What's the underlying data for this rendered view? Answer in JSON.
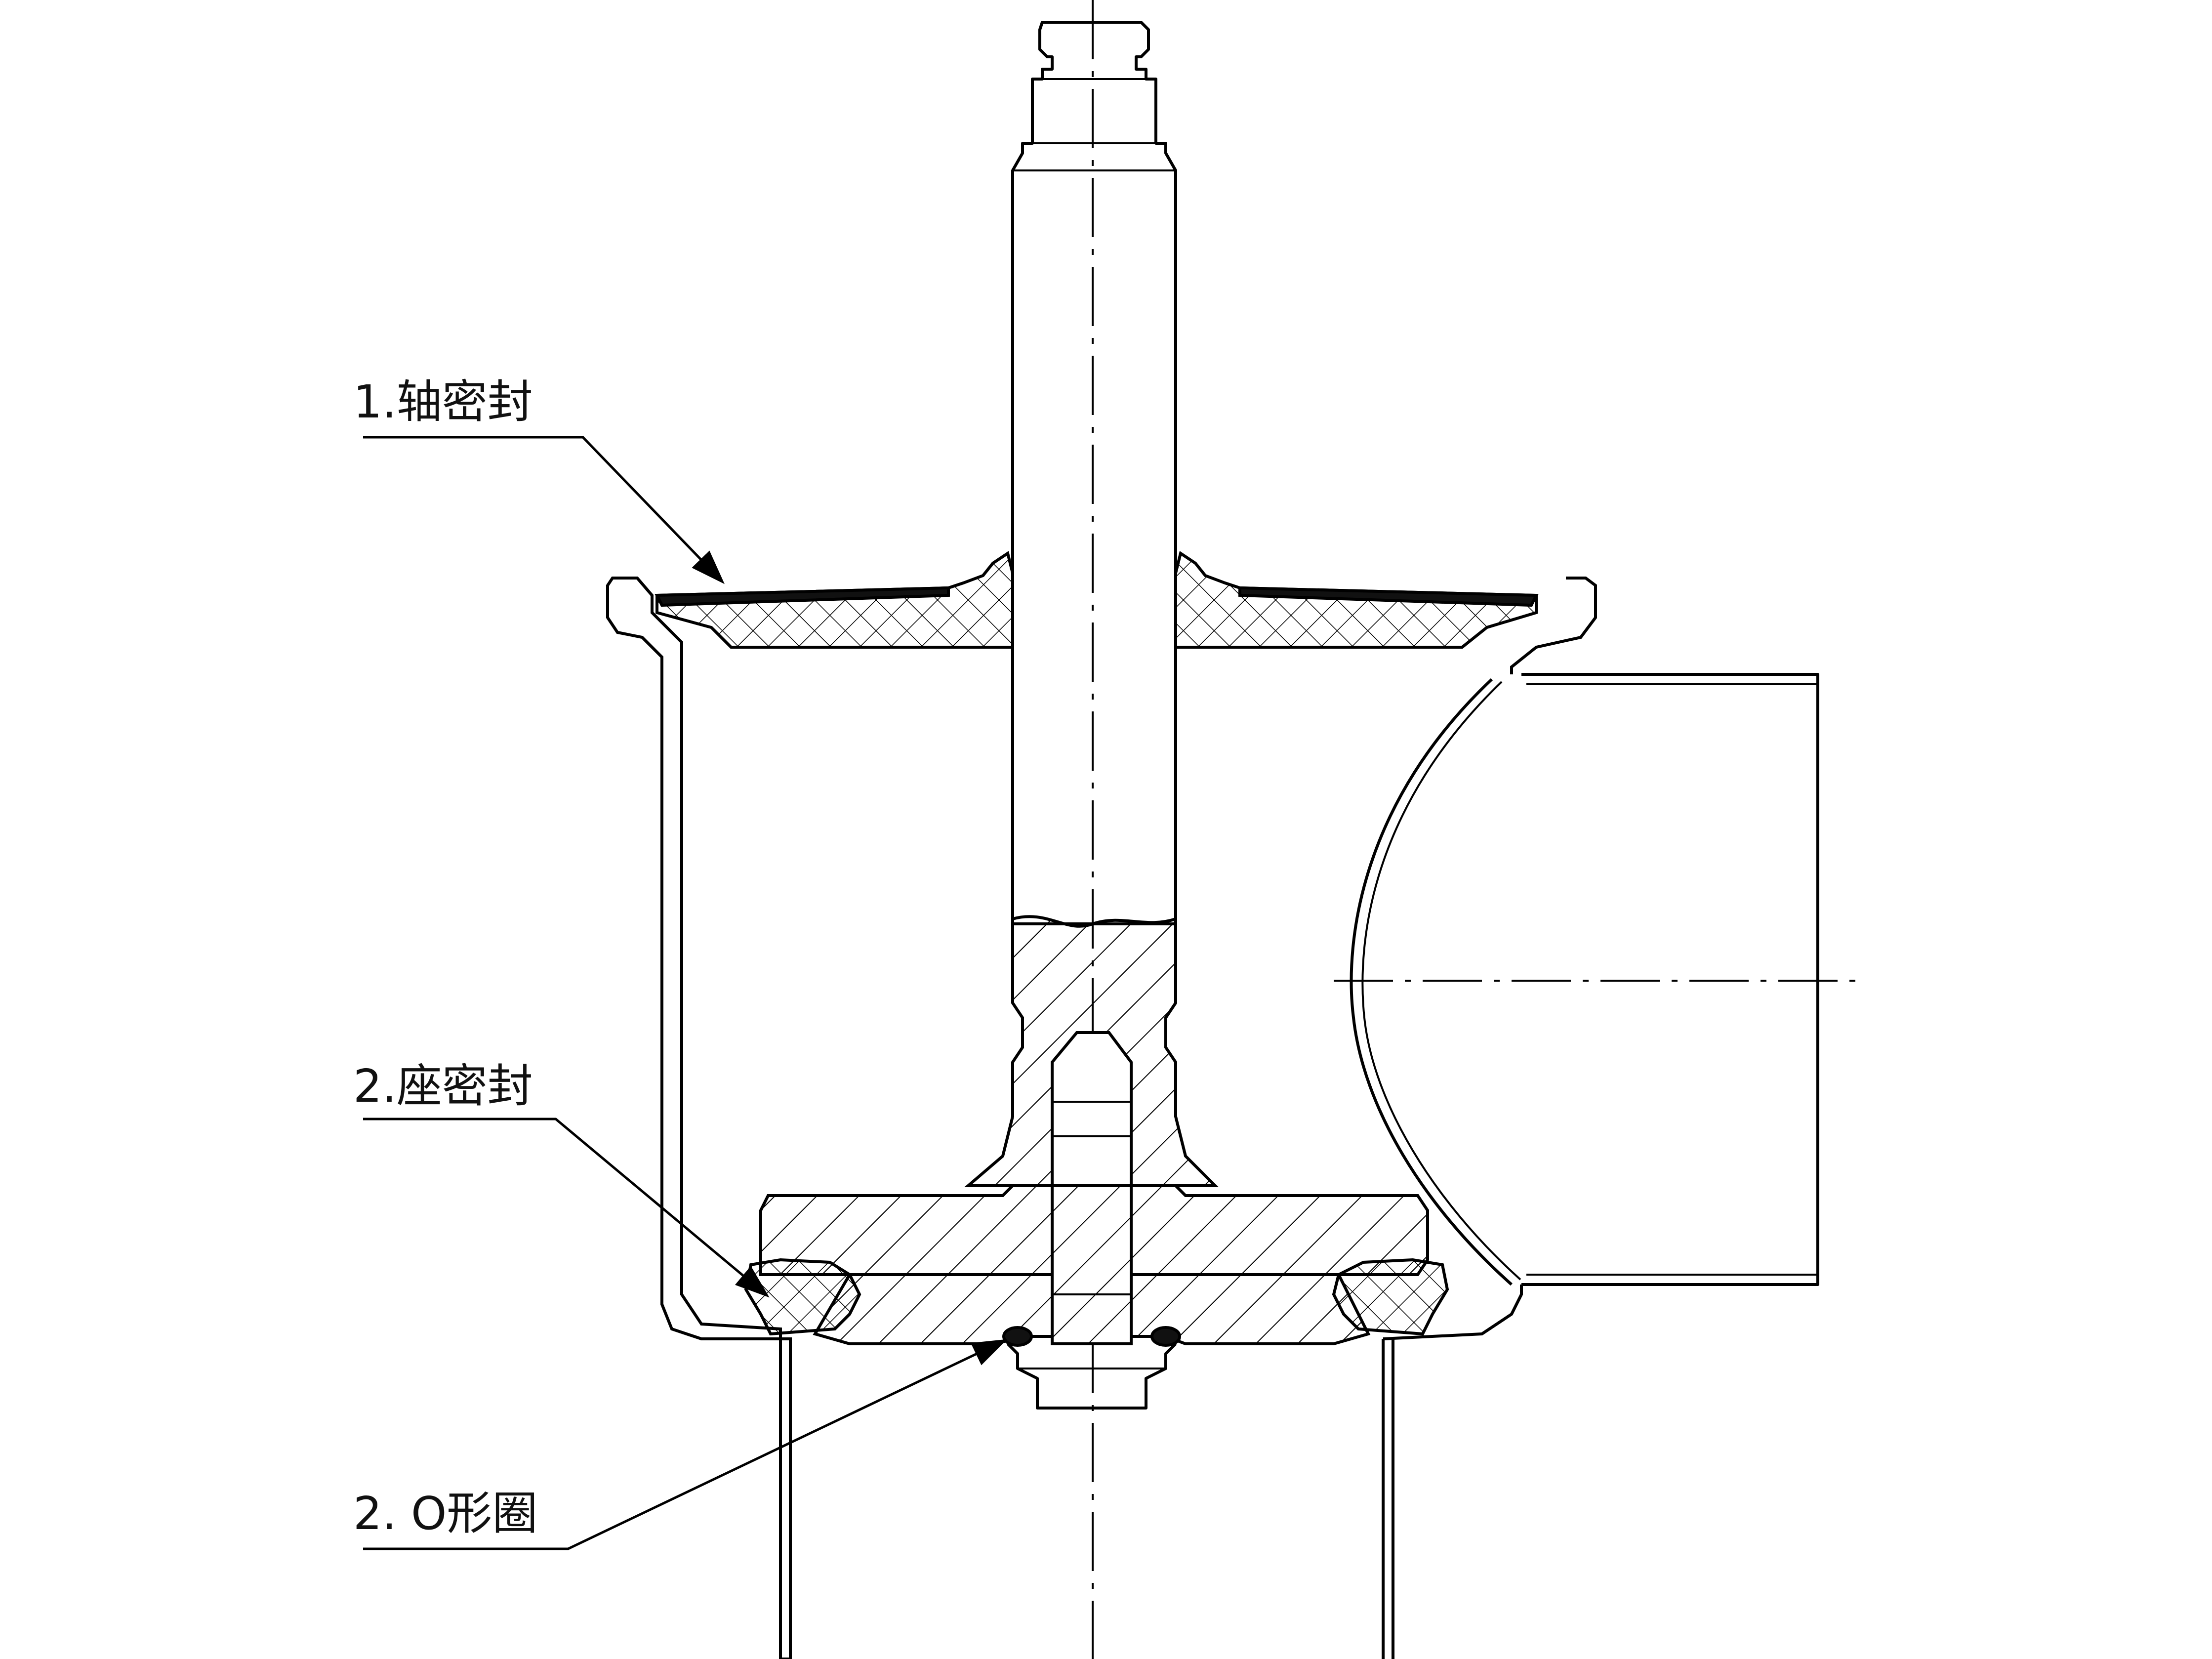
{
  "callouts": [
    {
      "label": "1.轴密封"
    },
    {
      "label": "2.座密封"
    },
    {
      "label": "2. O形圈"
    }
  ]
}
